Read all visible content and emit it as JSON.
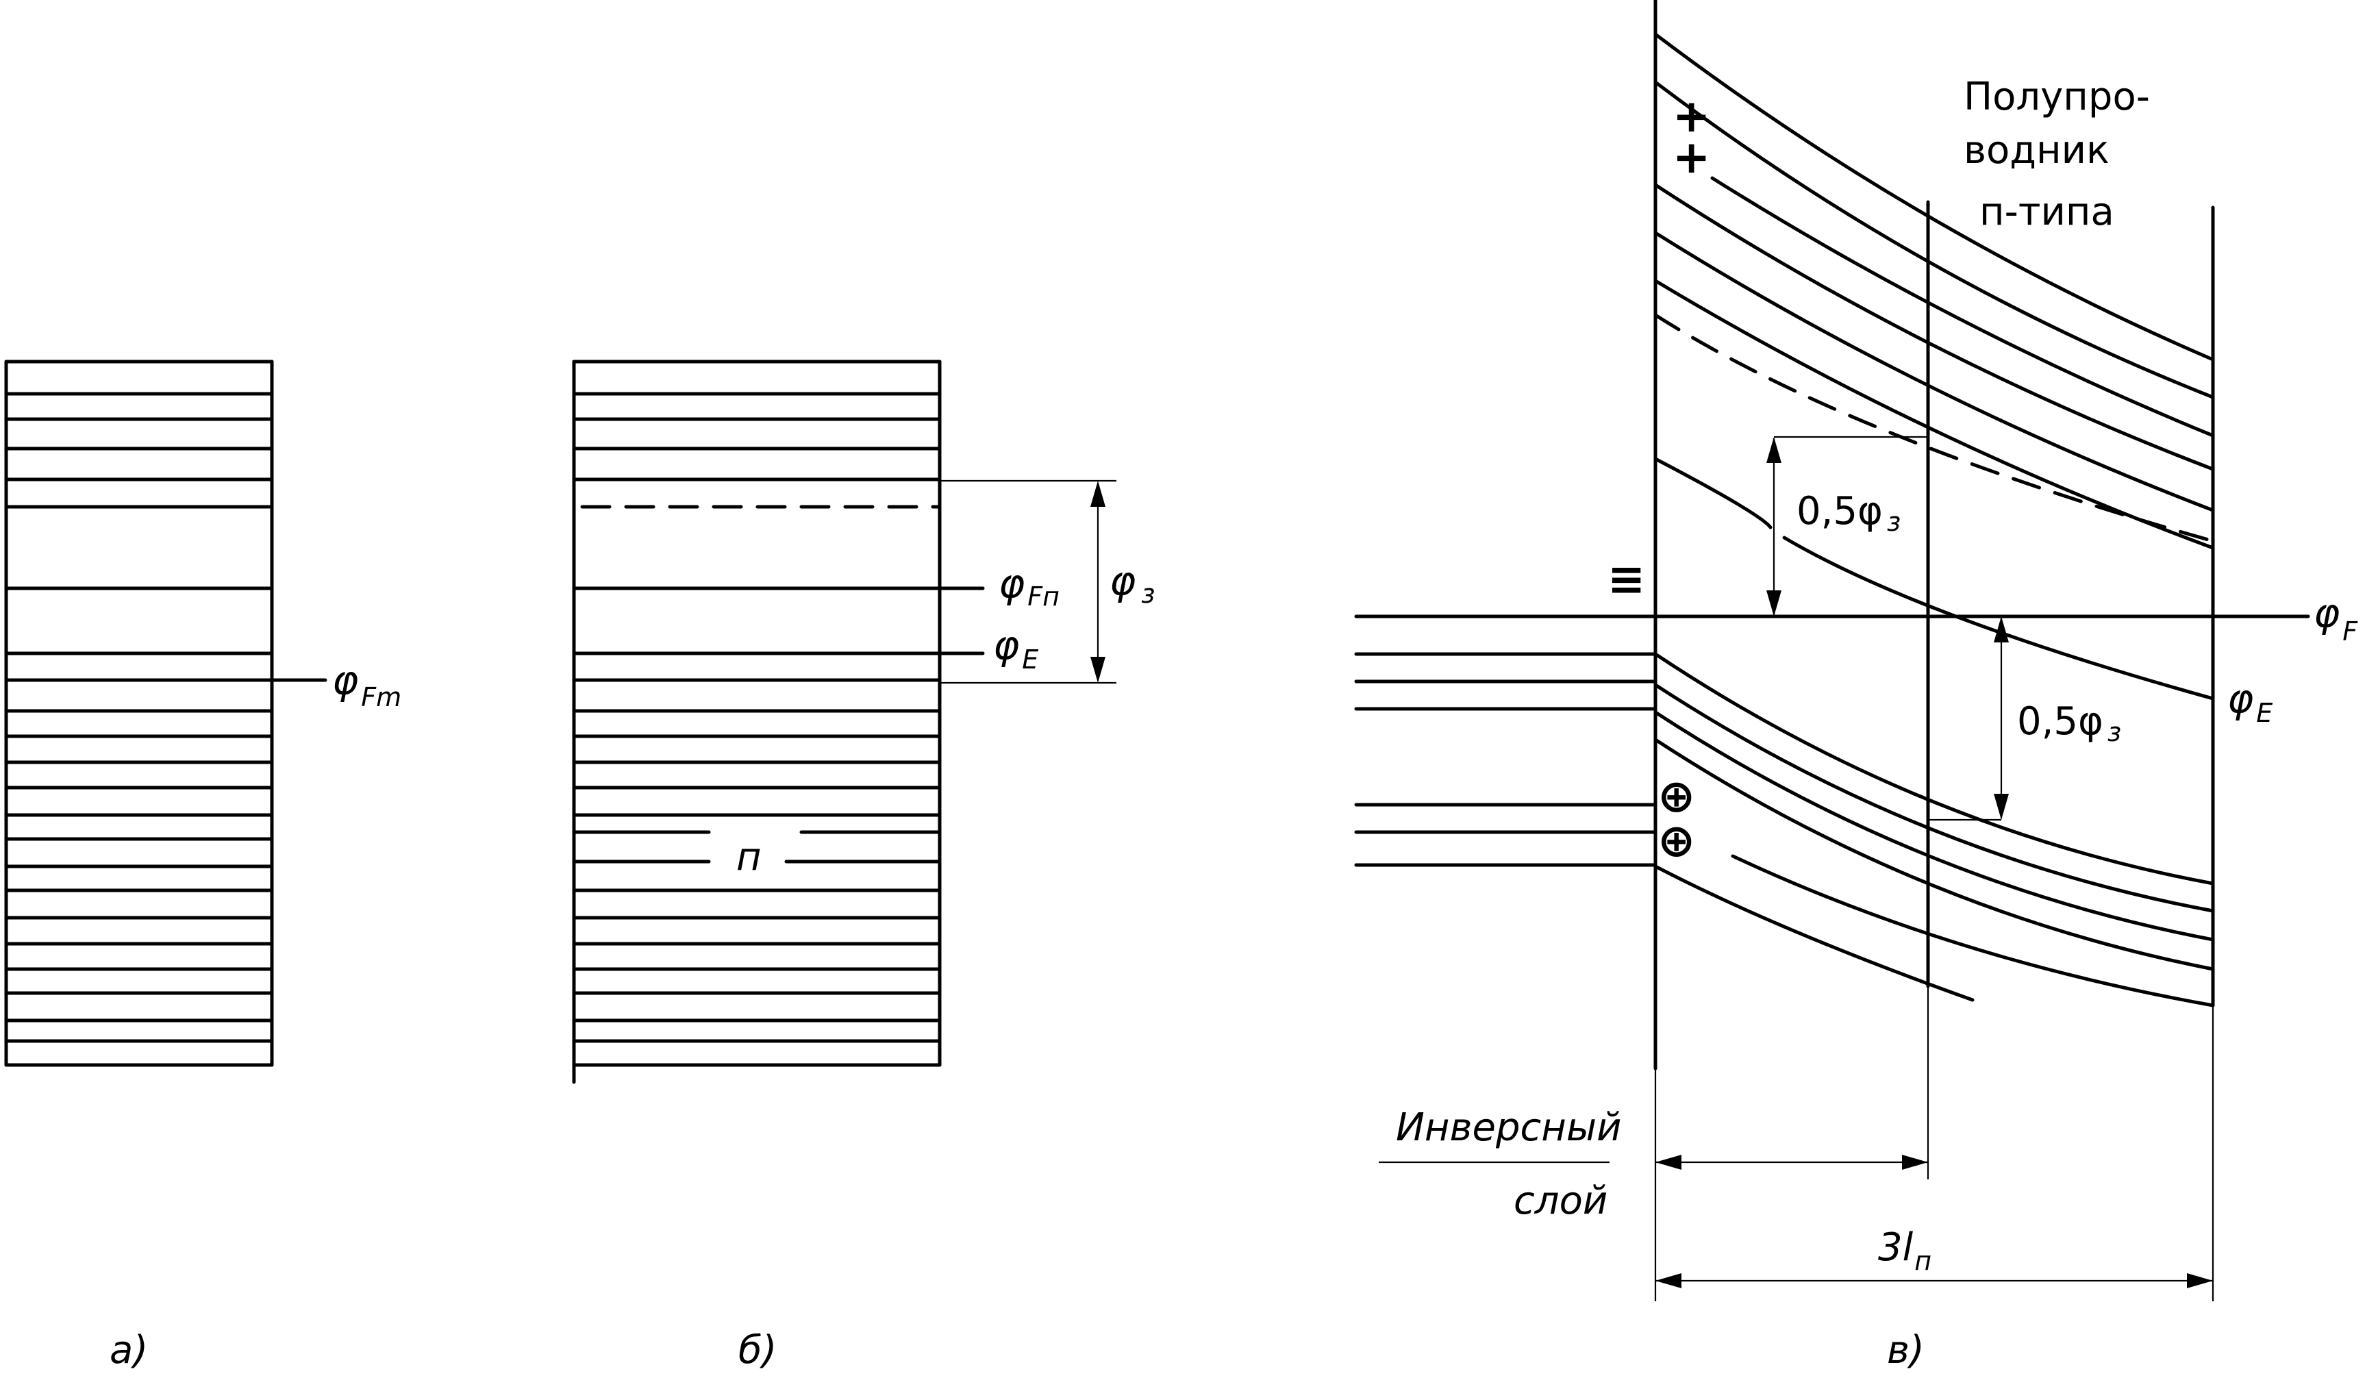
{
  "panel_a": {
    "label": "а)",
    "fermi_label": "φ",
    "fermi_sub": "Fm"
  },
  "panel_b": {
    "label": "б)",
    "phi_fn_label": "φ",
    "phi_fn_sub": "Fп",
    "phi_e_label": "φ",
    "phi_e_sub": "E",
    "phi_z_label": "φ",
    "phi_z_sub": "з",
    "n_label": "п"
  },
  "panel_v": {
    "label": "в)",
    "semiconductor_text_1": "Полупро-",
    "semiconductor_text_2": "водник",
    "semiconductor_text_3": "п-типа",
    "fermi_label": "φ",
    "fermi_sub": "F",
    "phi_e_label": "φ",
    "phi_e_sub": "E",
    "half_phi_upper": "0,5φ",
    "half_phi_upper_sub": "з",
    "half_phi_lower": "0,5φ",
    "half_phi_lower_sub": "з",
    "equiv_symbol": "≡",
    "plus_1": "+",
    "plus_2": "+",
    "oplus_1": "⊕",
    "oplus_2": "⊕",
    "inverse_layer_1": "Инверсный",
    "inverse_layer_2": "слой",
    "dimension_label": "3l",
    "dimension_sub": "п"
  }
}
